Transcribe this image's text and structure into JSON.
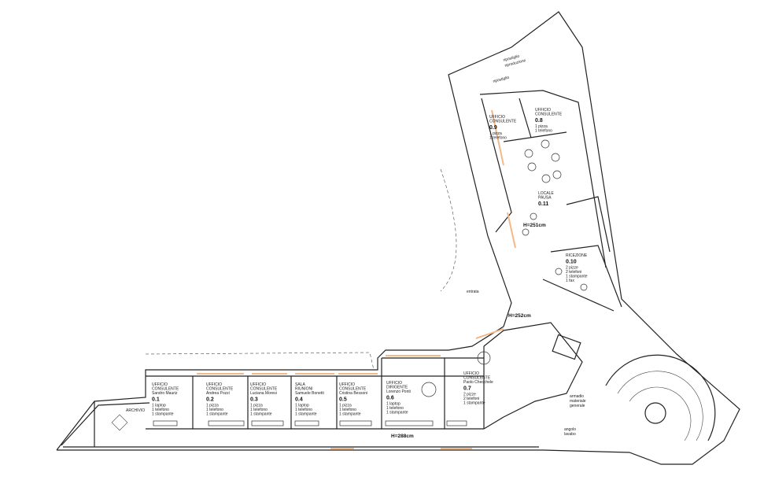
{
  "plan": {
    "heights": [
      "H=251cm",
      "H=252cm",
      "H=288cm"
    ],
    "labels": {
      "entrance": "entrata",
      "archive": "ARCHIVIO",
      "storage": [
        "ripostiglio"
      ],
      "reprography": [
        "ripostiglio",
        "riproduzione"
      ],
      "cabinet": [
        "armadio",
        "materiale",
        "generale"
      ],
      "washbasin": [
        "angolo",
        "lavabo"
      ]
    },
    "rooms": [
      {
        "id": "0.1",
        "title": [
          "UFFICIO",
          "CONSULENTE"
        ],
        "person": "Sandro Mauriz",
        "items": [
          "1 laptop",
          "1 telefono",
          "1 stampante"
        ]
      },
      {
        "id": "0.2",
        "title": [
          "UFFICIO",
          "CONSULENTE"
        ],
        "person": "Andrea Pozzi",
        "items": [
          "1 pizza",
          "1 telefono",
          "1 stampante"
        ]
      },
      {
        "id": "0.3",
        "title": [
          "UFFICIO",
          "CONSULENTE"
        ],
        "person": "Luciana Moresi",
        "items": [
          "1 pizza",
          "1 telefono",
          "1 stampante"
        ]
      },
      {
        "id": "0.4",
        "title": [
          "SALA",
          "RIUNIONI"
        ],
        "person": "Samuele Bonetti",
        "items": [
          "1 laptop",
          "1 telefono",
          "1 stampante"
        ]
      },
      {
        "id": "0.5",
        "title": [
          "UFFICIO",
          "CONSULENTE"
        ],
        "person": "Cristina Bessoni",
        "items": [
          "1 pizza",
          "1 telefono",
          "1 stampante"
        ]
      },
      {
        "id": "0.6",
        "title": [
          "UFFICIO",
          "DIRIGENTE"
        ],
        "person": "Lorenzo Ponti",
        "items": [
          "1 laptop",
          "1 telefono",
          "1 stampante"
        ]
      },
      {
        "id": "0.7",
        "title": [
          "UFFICIO",
          "CONSULENTE"
        ],
        "person": "Paolo Checchele",
        "items": [
          "2 pizze",
          "2 telefoni",
          "1 stampante"
        ]
      },
      {
        "id": "0.8",
        "title": [
          "UFFICIO",
          "CONSULENTE"
        ],
        "person": "",
        "items": [
          "1 pizza",
          "1 telefono"
        ]
      },
      {
        "id": "0.9",
        "title": [
          "UFFICIO",
          "CONSULENTE"
        ],
        "person": "",
        "items": [
          "1 pizza",
          "1 telefono"
        ]
      },
      {
        "id": "0.10",
        "title": [
          "RICEZIONE"
        ],
        "person": "",
        "items": [
          "2 pizze",
          "2 telefoni",
          "1 stampante",
          "1 fax"
        ]
      },
      {
        "id": "0.11",
        "title": [
          "LOCALE",
          "PAUSA"
        ],
        "person": "",
        "items": []
      }
    ]
  }
}
